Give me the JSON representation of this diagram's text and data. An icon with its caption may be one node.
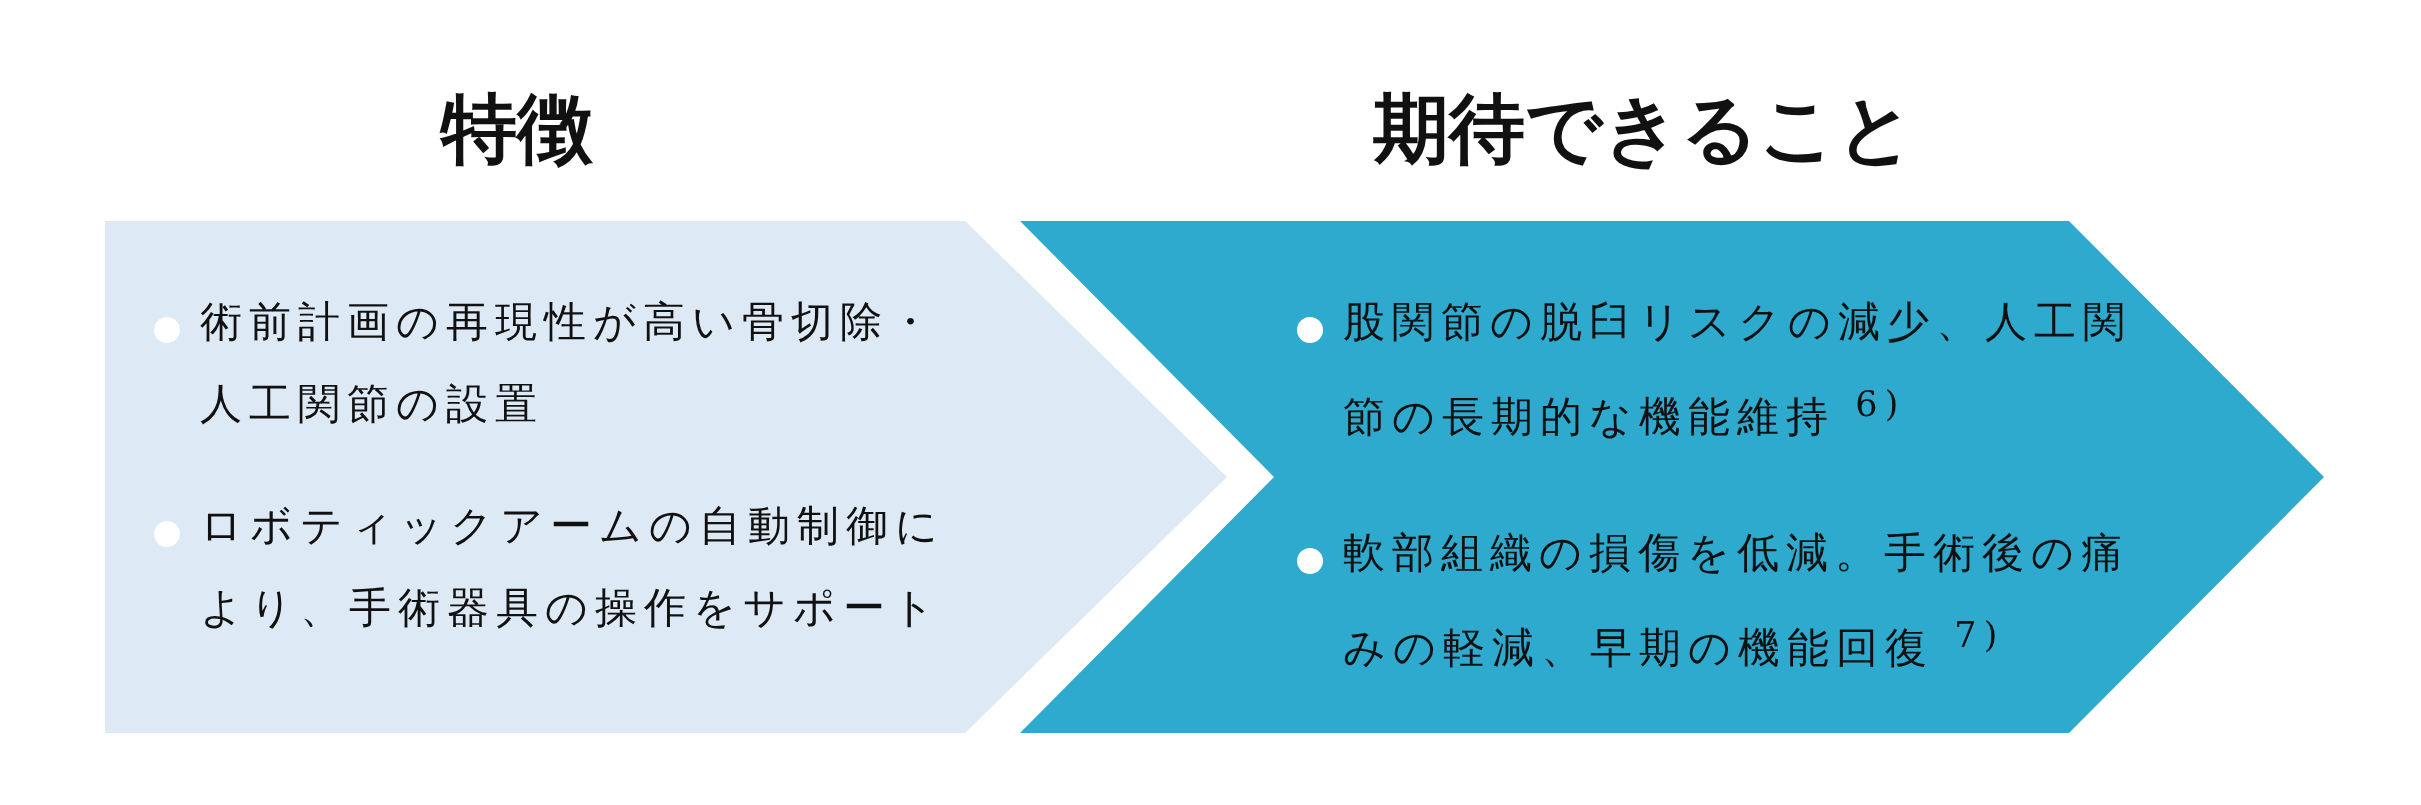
{
  "diagram": {
    "nodes": [
      {
        "text": [
          "特徴",
          "術前計画の再現性が高い骨切除・人工関節の設置",
          "ロボティックアームの自動制御により、手術器具の操作をサポート"
        ]
      },
      {
        "text": [
          "期待できること",
          "股関節の脱臼リスクの減少、人工関節の長期的な機能維持 $^{6)}$",
          "軟部組織の損傷を低減。手術後の痛みの軽減、早期の機能回復 $^{7)}$"
        ]
      }
    ]
  }
}
